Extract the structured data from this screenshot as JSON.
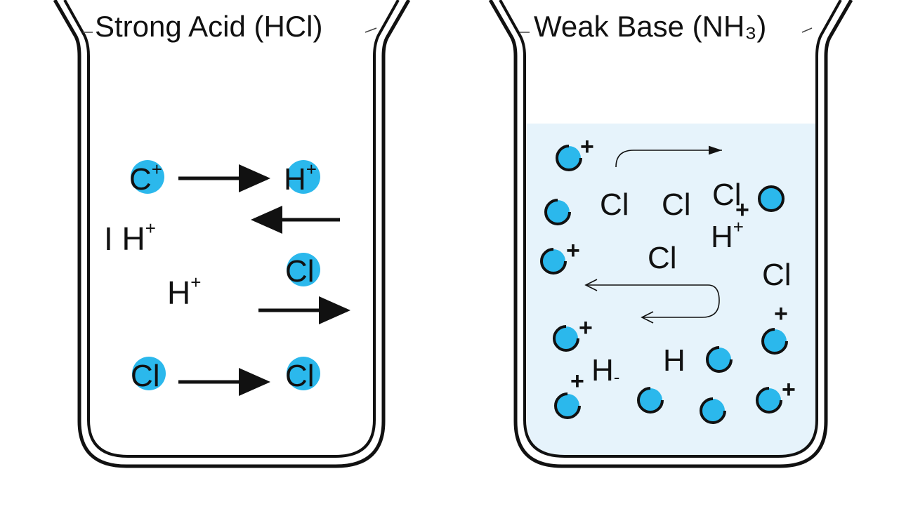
{
  "diagram": {
    "left_beaker": {
      "title": "Strong Acid (HCl)",
      "particles": [
        {
          "base": "C",
          "charge": "+"
        },
        {
          "base": "H",
          "charge": "+"
        },
        {
          "base": "Cl",
          "charge": ""
        },
        {
          "base": "Cl",
          "charge": ""
        },
        {
          "base": "Cl",
          "charge": ""
        }
      ],
      "free_labels": [
        {
          "base": "I H",
          "charge": "+"
        },
        {
          "base": "H",
          "charge": "+"
        }
      ]
    },
    "right_beaker": {
      "title": "Weak Base (NH₃)",
      "solution_color": "#e6f3fb",
      "labels": [
        {
          "base": "Cl",
          "charge": ""
        },
        {
          "base": "Cl",
          "charge": ""
        },
        {
          "base": "Cl",
          "charge": ""
        },
        {
          "base": "H",
          "charge": "+"
        },
        {
          "base": "Cl",
          "charge": ""
        },
        {
          "base": "Cl",
          "charge": ""
        },
        {
          "base": "H",
          "charge": "-"
        },
        {
          "base": "H",
          "charge": ""
        }
      ],
      "plus_signs": [
        "+",
        "+",
        "+"
      ]
    },
    "colors": {
      "particle_fill": "#2bb8ec",
      "particle_outline": "#111111",
      "beaker_outline": "#111111"
    }
  }
}
